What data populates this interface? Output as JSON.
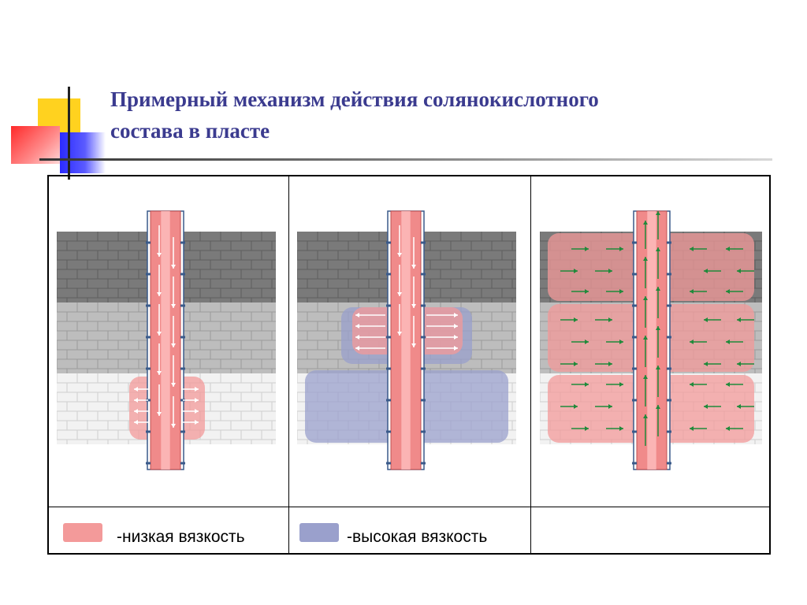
{
  "title": {
    "line1": "Примерный механизм действия солянокислотного",
    "line2": "состава в пласте"
  },
  "legend": {
    "low": {
      "label": "-низкая вязкость",
      "color": "#f39a9a"
    },
    "high": {
      "label": "-высокая вязкость",
      "color": "#9aa0cc"
    }
  },
  "colors": {
    "title": "#3b3b8f",
    "rock_dark": "#7a7a7a",
    "rock_medium": "#bdbdbd",
    "rock_light": "#f2f2f2",
    "pipe": "#f08a8a",
    "low_viscosity": "#f39a9a",
    "high_viscosity": "#9aa0cc",
    "flow_arrow_green": "#1f8a3a"
  },
  "panels": [
    {
      "name": "stage-1"
    },
    {
      "name": "stage-2"
    },
    {
      "name": "stage-3"
    }
  ]
}
